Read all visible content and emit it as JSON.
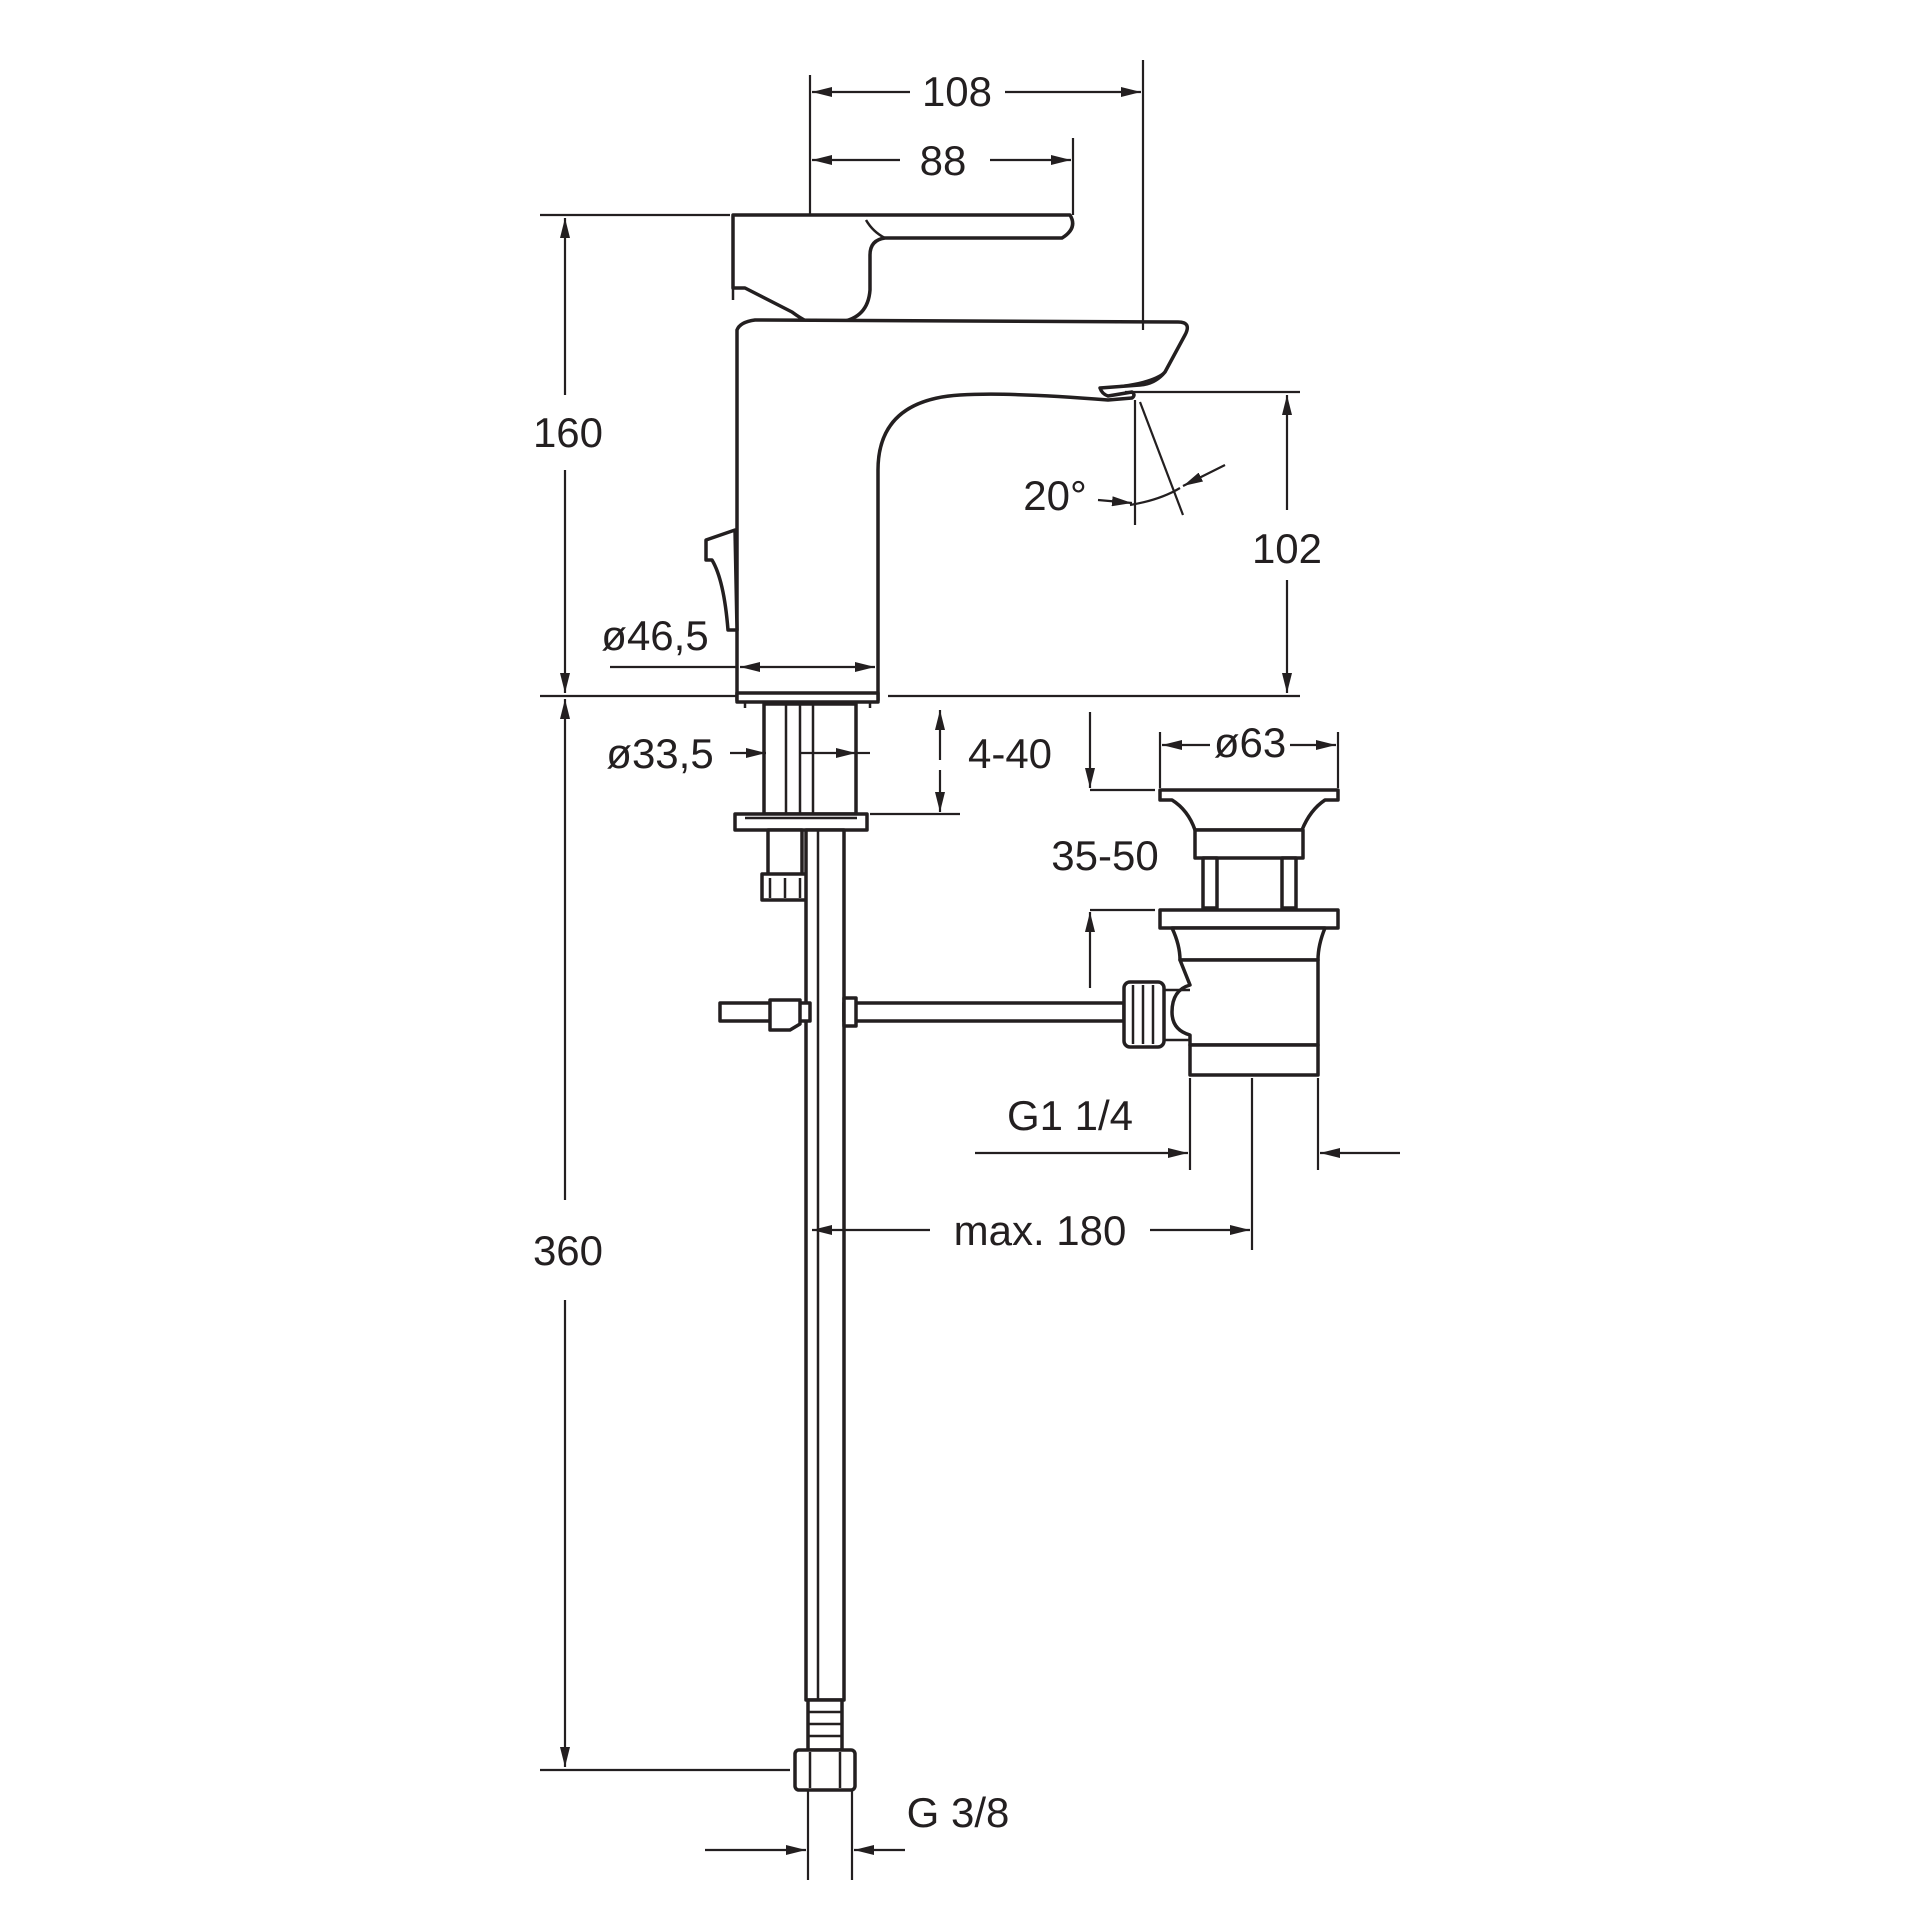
{
  "drawing": {
    "dimensions": {
      "width_overall": "108",
      "width_lever": "88",
      "height_tap": "160",
      "spout_height": "102",
      "spout_angle": "20°",
      "base_diameter": "ø46,5",
      "shank_diameter": "ø33,5",
      "deck_thickness": "4-40",
      "waste_diameter": "ø63",
      "waste_range": "35-50",
      "waste_thread": "G1 1/4",
      "rod_length": "max. 180",
      "hose_length": "360",
      "hose_thread": "G 3/8"
    }
  }
}
